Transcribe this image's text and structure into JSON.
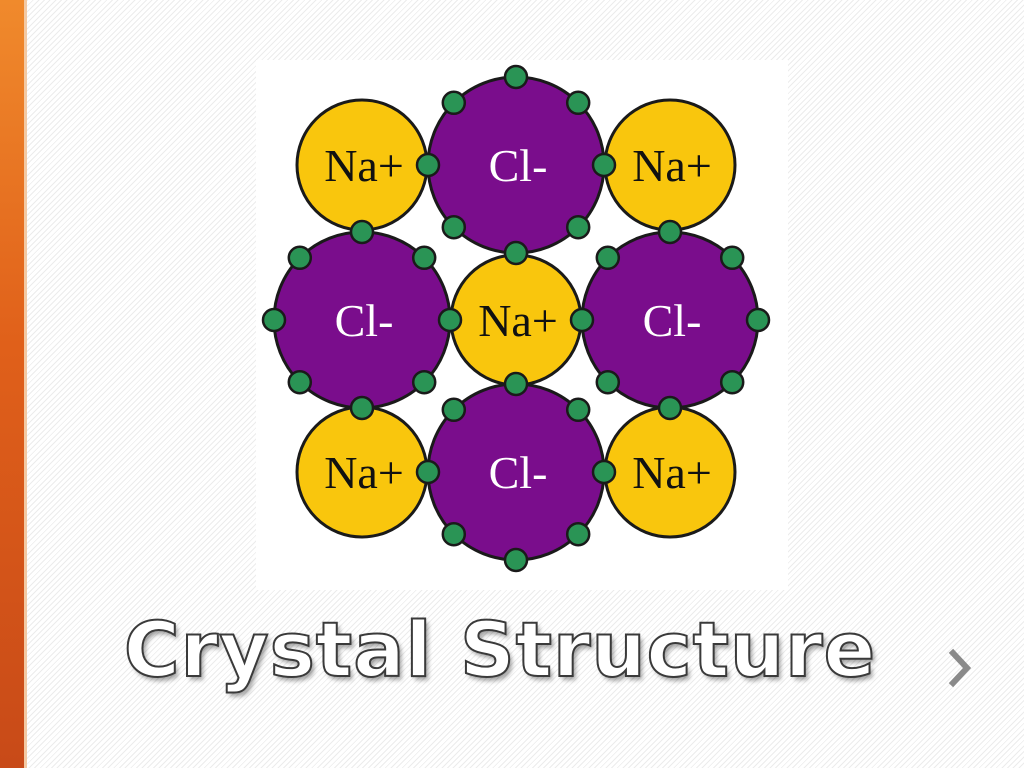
{
  "slide": {
    "title": "Crystal Structure",
    "next_icon": "chevron-right-icon"
  },
  "diagram": {
    "labels": {
      "sodium": "Na+",
      "chloride": "Cl-"
    },
    "colors": {
      "sodium_fill": "#f9c60d",
      "chloride_fill": "#7a0d8c",
      "electron_fill": "#2a9455",
      "outline": "#1a1a1a",
      "accent_bar": "#e36a1f"
    },
    "grid": [
      [
        "sodium",
        "chloride",
        "sodium"
      ],
      [
        "chloride",
        "sodium",
        "chloride"
      ],
      [
        "sodium",
        "chloride",
        "sodium"
      ]
    ],
    "electrons_per_ion": {
      "sodium": 0,
      "chloride": 8
    }
  }
}
